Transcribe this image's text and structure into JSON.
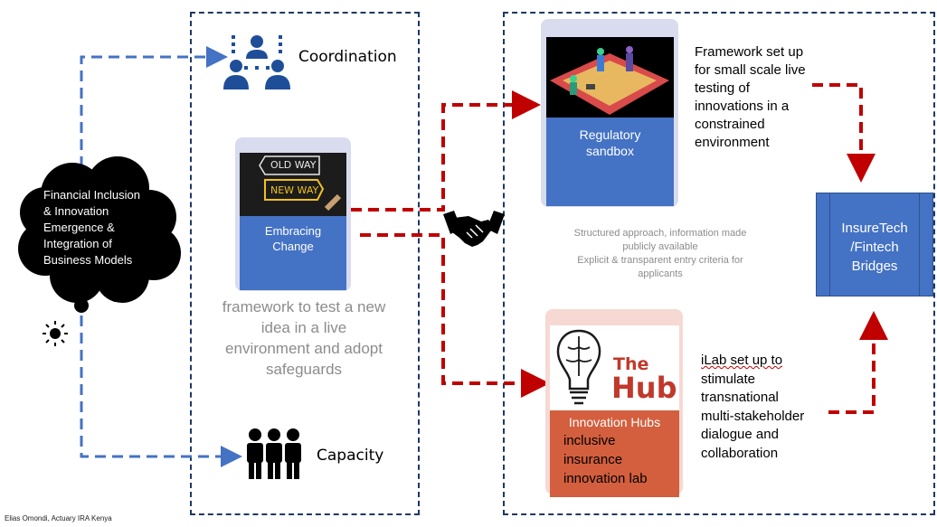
{
  "cloud": {
    "lines": [
      "Financial Inclusion",
      "& Innovation",
      "Emergence &",
      "Integration of",
      "Business Models"
    ]
  },
  "left_items": {
    "coordination": "Coordination",
    "capacity": "Capacity"
  },
  "embracing": {
    "image_top_text": "OLD WAY",
    "image_bottom_text": "NEW WAY",
    "label": "Embracing Change",
    "description": [
      "framework to test a new",
      "idea in a live",
      "environment and adopt",
      "safeguards"
    ]
  },
  "sandbox": {
    "label": "Regulatory sandbox",
    "description": [
      "Framework set up",
      "for small scale live",
      "testing of",
      "innovations in a",
      "constrained",
      "environment"
    ],
    "note": [
      "Structured approach, information made",
      "publicly available",
      "Explicit & transparent entry criteria for",
      "applicants"
    ]
  },
  "hub": {
    "logo_line1": "The",
    "logo_line2": "Hub",
    "label": "Innovation Hubs",
    "sublabel": [
      "inclusive",
      "insurance",
      "innovation lab"
    ],
    "description": [
      "iLab set up to",
      "stimulate",
      "transnational",
      "multi-stakeholder",
      "dialogue and",
      "collaboration"
    ]
  },
  "bridge": {
    "lines": [
      "InsureTech",
      "/Fintech",
      "Bridges"
    ]
  },
  "footer": {
    "credit": "Elias Omondi, Actuary IRA Kenya"
  },
  "colors": {
    "blue_arrow": "#4472c4",
    "red_arrow": "#c00000",
    "panel_border": "#1f3864",
    "card_blue": "#4472c4",
    "hub_orange": "#d35f3e"
  }
}
